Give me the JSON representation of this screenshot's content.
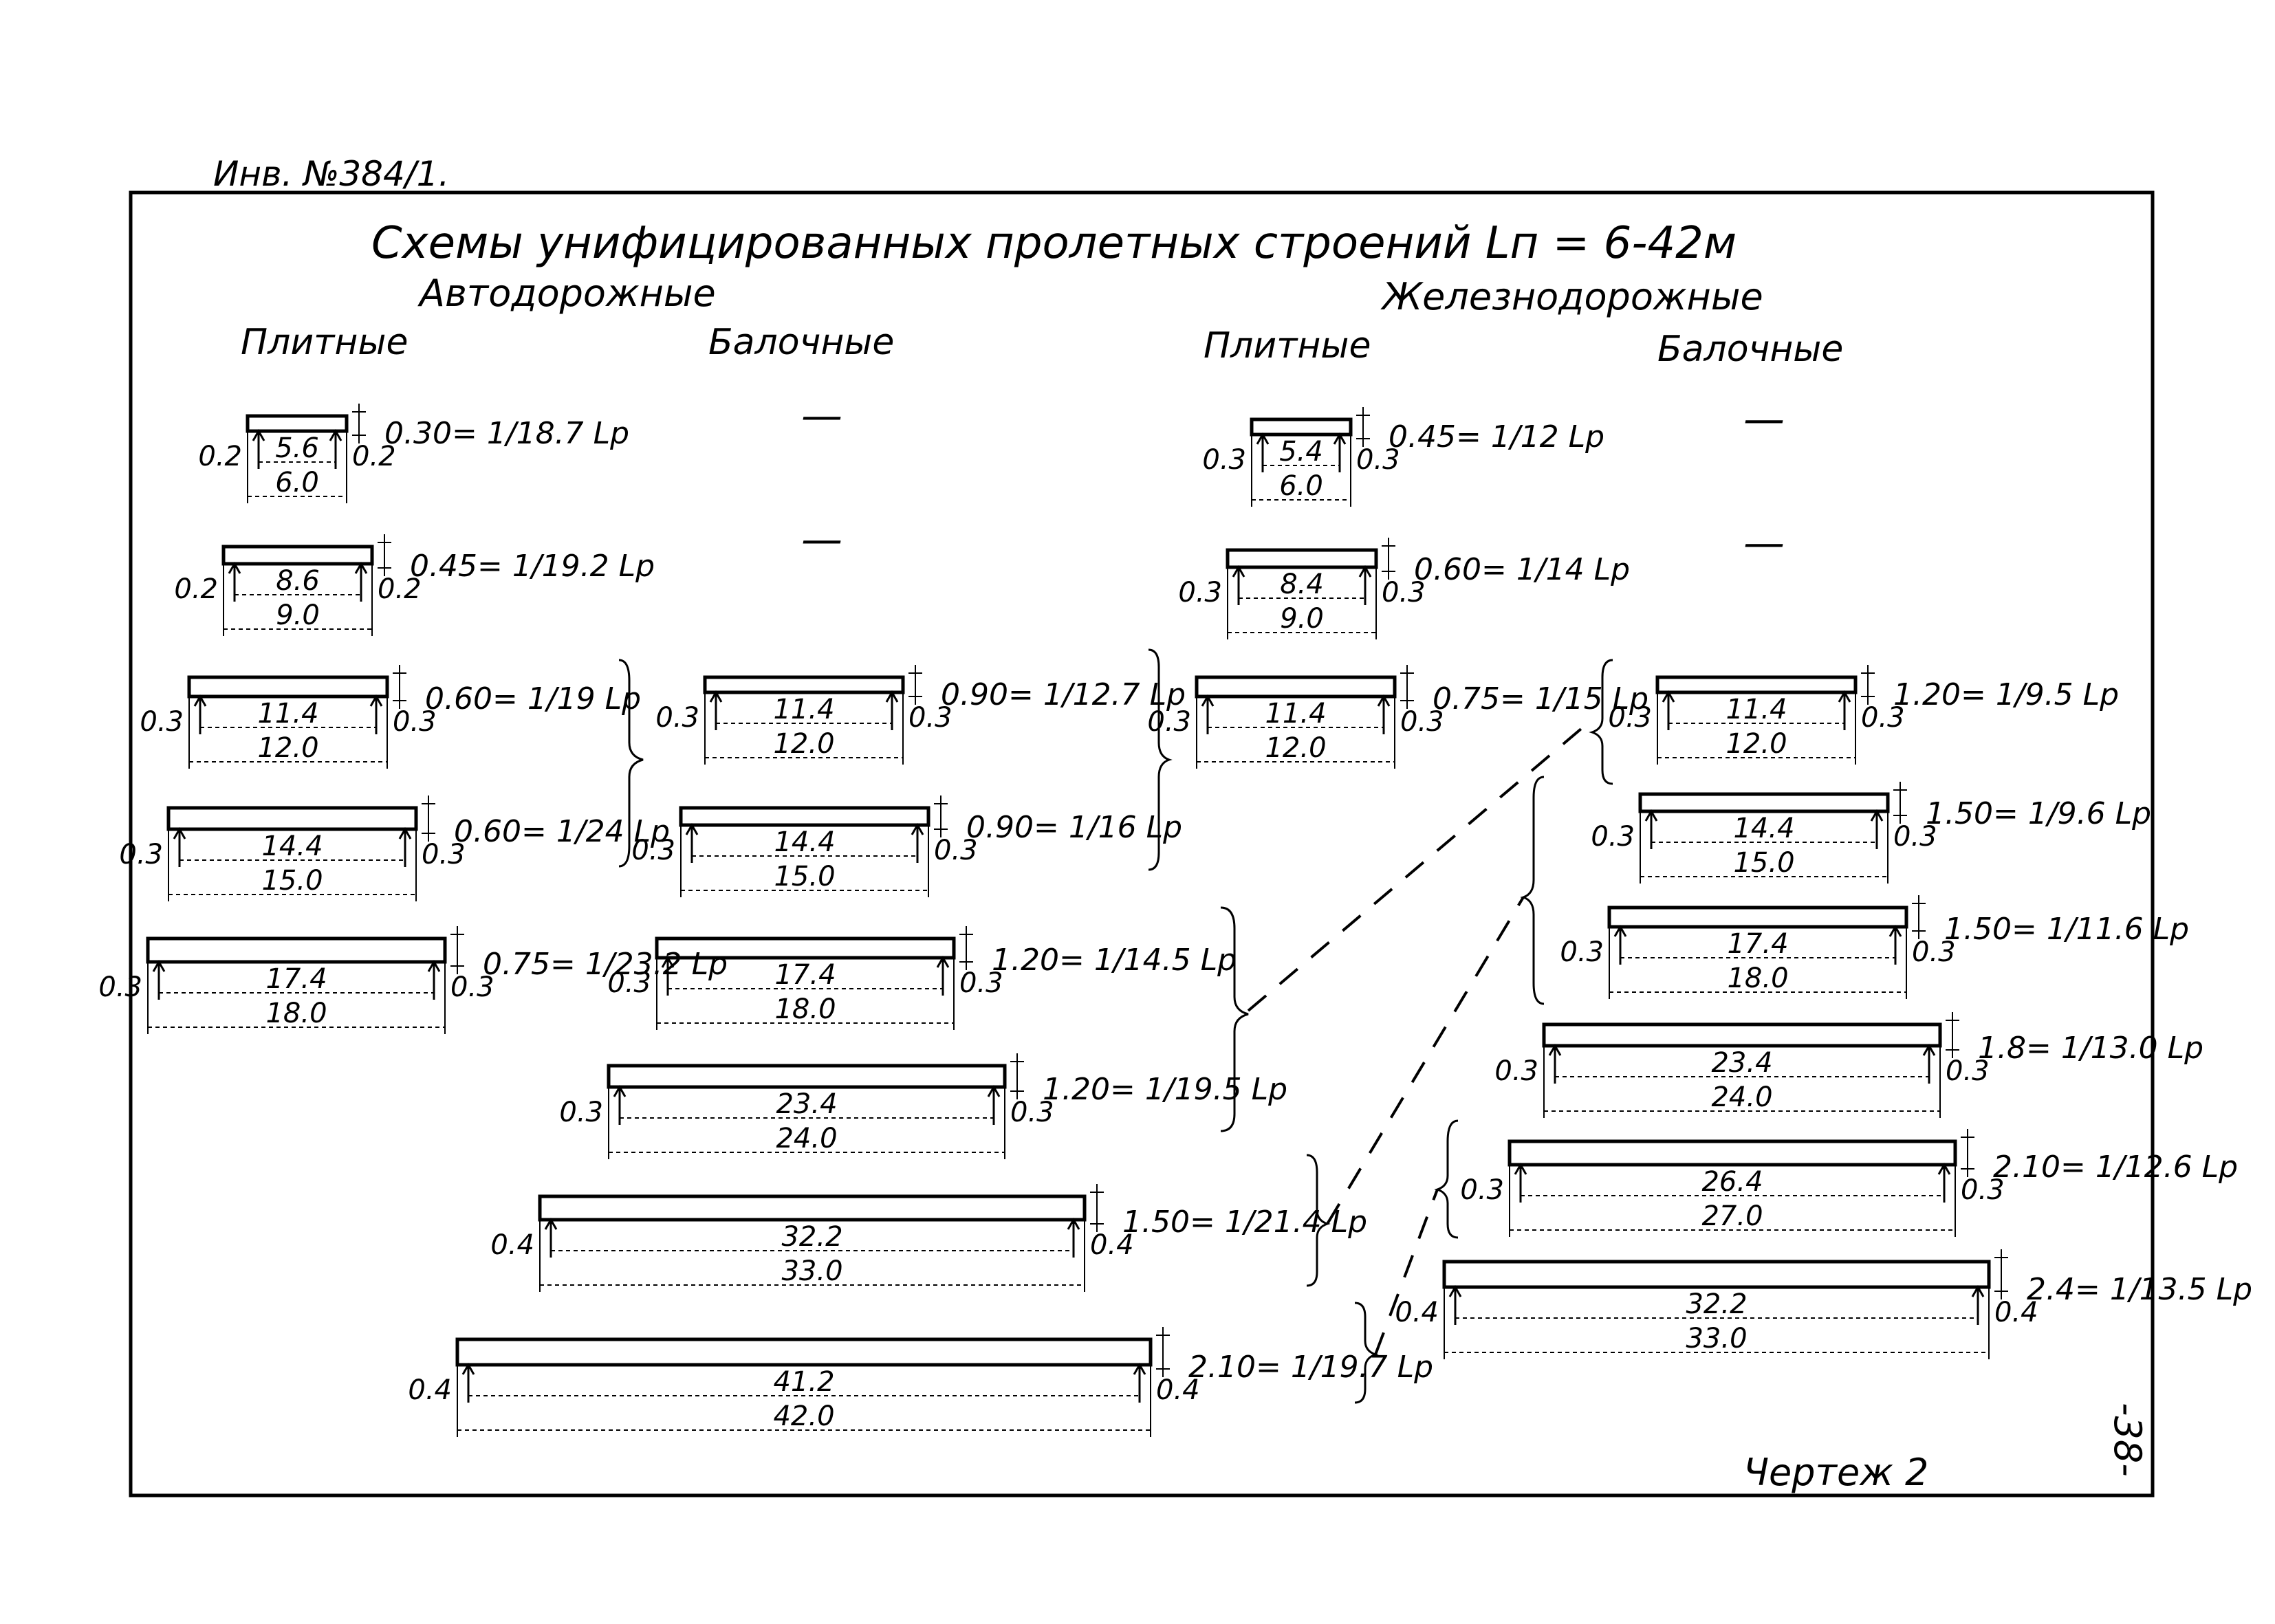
{
  "inventory": "Инв. №384/1.",
  "title": "Схемы унифицированных пролетных строений Lп = 6-42м",
  "sections": {
    "road": "Автодорожные",
    "rail": "Железнодорожные"
  },
  "columns": {
    "road_slab": "Плитные",
    "road_beam": "Балочные",
    "rail_slab": "Плитные",
    "rail_beam": "Балочные"
  },
  "dash": "—",
  "road_slab": [
    {
      "span": "6.0",
      "clear": "5.6",
      "sup": "0.2",
      "ratio": "0.30= 1/18.7 Lp"
    },
    {
      "span": "9.0",
      "clear": "8.6",
      "sup": "0.2",
      "ratio": "0.45= 1/19.2 Lp"
    },
    {
      "span": "12.0",
      "clear": "11.4",
      "sup": "0.3",
      "ratio": "0.60= 1/19 Lp"
    },
    {
      "span": "15.0",
      "clear": "14.4",
      "sup": "0.3",
      "ratio": "0.60= 1/24 Lp"
    },
    {
      "span": "18.0",
      "clear": "17.4",
      "sup": "0.3",
      "ratio": "0.75= 1/23.2 Lp"
    }
  ],
  "road_beam": [
    {
      "span": "12.0",
      "clear": "11.4",
      "sup": "0.3",
      "ratio": "0.90= 1/12.7 Lp"
    },
    {
      "span": "15.0",
      "clear": "14.4",
      "sup": "0.3",
      "ratio": "0.90= 1/16 Lp"
    },
    {
      "span": "18.0",
      "clear": "17.4",
      "sup": "0.3",
      "ratio": "1.20= 1/14.5 Lp"
    },
    {
      "span": "24.0",
      "clear": "23.4",
      "sup": "0.3",
      "ratio": "1.20= 1/19.5 Lp"
    },
    {
      "span": "33.0",
      "clear": "32.2",
      "sup": "0.4",
      "ratio": "1.50= 1/21.4 Lp"
    },
    {
      "span": "42.0",
      "clear": "41.2",
      "sup": "0.4",
      "ratio": "2.10= 1/19.7 Lp"
    }
  ],
  "rail_slab": [
    {
      "span": "6.0",
      "clear": "5.4",
      "sup": "0.3",
      "ratio": "0.45= 1/12 Lp"
    },
    {
      "span": "9.0",
      "clear": "8.4",
      "sup": "0.3",
      "ratio": "0.60= 1/14 Lp"
    },
    {
      "span": "12.0",
      "clear": "11.4",
      "sup": "0.3",
      "ratio": "0.75= 1/15 Lp"
    }
  ],
  "rail_beam": [
    {
      "span": "12.0",
      "clear": "11.4",
      "sup": "0.3",
      "ratio": "1.20= 1/9.5 Lp"
    },
    {
      "span": "15.0",
      "clear": "14.4",
      "sup": "0.3",
      "ratio": "1.50= 1/9.6 Lp"
    },
    {
      "span": "18.0",
      "clear": "17.4",
      "sup": "0.3",
      "ratio": "1.50= 1/11.6 Lp"
    },
    {
      "span": "24.0",
      "clear": "23.4",
      "sup": "0.3",
      "ratio": "1.8= 1/13.0 Lp"
    },
    {
      "span": "27.0",
      "clear": "26.4",
      "sup": "0.3",
      "ratio": "2.10= 1/12.6 Lp"
    },
    {
      "span": "33.0",
      "clear": "32.2",
      "sup": "0.4",
      "ratio": "2.4= 1/13.5 Lp"
    }
  ],
  "drawing_label": "Чертеж 2",
  "page_number": "-38-"
}
